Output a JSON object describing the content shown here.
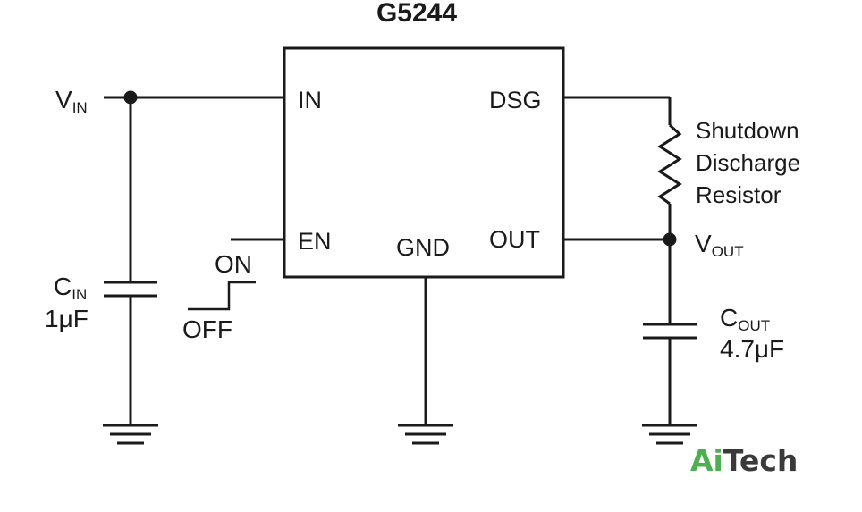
{
  "chip": {
    "title": "G5244",
    "pins": {
      "in": "IN",
      "en": "EN",
      "gnd": "GND",
      "dsg": "DSG",
      "out": "OUT"
    }
  },
  "input": {
    "v_main": "V",
    "v_sub": "IN",
    "cap_main": "C",
    "cap_sub": "IN",
    "cap_value": "1μF"
  },
  "enable": {
    "on_label": "ON",
    "off_label": "OFF"
  },
  "output": {
    "v_main": "V",
    "v_sub": "OUT",
    "cap_main": "C",
    "cap_sub": "OUT",
    "cap_value": "4.7μF"
  },
  "resistor": {
    "line1": "Shutdown",
    "line2": "Discharge",
    "line3": "Resistor"
  },
  "watermark": {
    "part1": "Ai",
    "part2": "Tech",
    "color1": "#4caf50",
    "color2": "#3a3a3a"
  }
}
